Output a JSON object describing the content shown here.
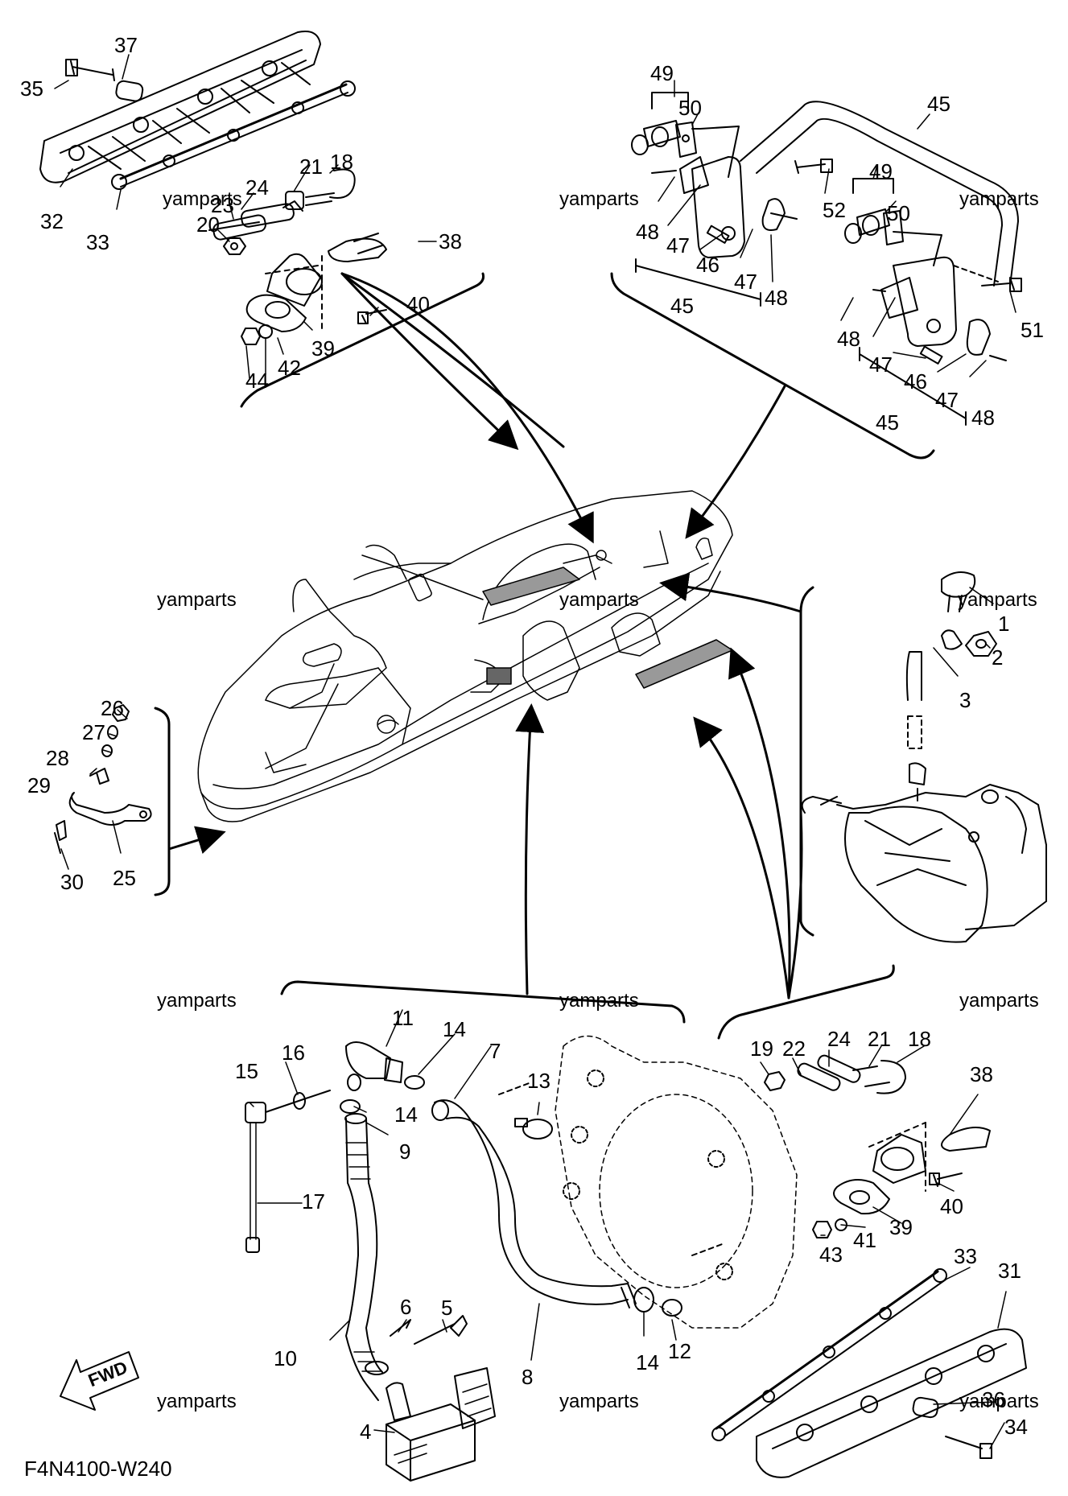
{
  "diagram_code": "F4N4100-W240",
  "fwd_label": "FWD",
  "watermark": "yamparts",
  "watermarks": [
    "yamparts",
    "yamparts",
    "yamparts",
    "yamparts",
    "yamparts",
    "yamparts",
    "yamparts",
    "yamparts",
    "yamparts",
    "yamparts",
    "yamparts",
    "yamparts"
  ],
  "callouts": {
    "upper_left": [
      "37",
      "35",
      "32",
      "33",
      "21",
      "18",
      "24",
      "23",
      "20",
      "38",
      "40",
      "39",
      "42",
      "44"
    ],
    "upper_right": [
      "49",
      "50",
      "45",
      "52",
      "48",
      "47",
      "46",
      "47",
      "48",
      "45",
      "49",
      "50",
      "51",
      "48",
      "47",
      "46",
      "47",
      "48",
      "45"
    ],
    "left": [
      "26",
      "27",
      "28",
      "29",
      "30",
      "25"
    ],
    "right": [
      "1",
      "2",
      "3"
    ],
    "lower_left": [
      "11",
      "14",
      "7",
      "16",
      "15",
      "14",
      "9",
      "13",
      "17",
      "10",
      "6",
      "5",
      "8",
      "14",
      "12",
      "4"
    ],
    "lower_right": [
      "19",
      "22",
      "24",
      "21",
      "18",
      "38",
      "40",
      "39",
      "41",
      "43",
      "33",
      "31",
      "36",
      "34"
    ]
  }
}
